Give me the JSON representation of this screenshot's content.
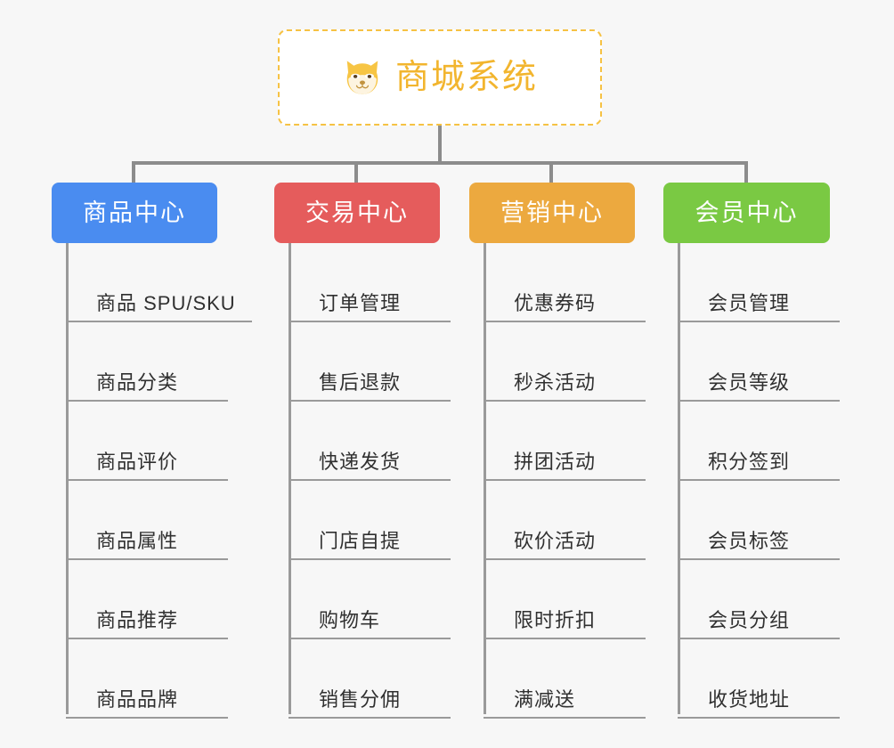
{
  "canvas": {
    "background": "#f7f7f7",
    "line_color": "#8c8c8c"
  },
  "root": {
    "title": "商城系统",
    "icon": "shiba-dog-face-icon",
    "text_color": "#f2b52e",
    "border_color": "#f6c244",
    "background": "#ffffff"
  },
  "categories": [
    {
      "label": "商品中心",
      "color": "#4a8cf0",
      "items": [
        "商品 SPU/SKU",
        "商品分类",
        "商品评价",
        "商品属性",
        "商品推荐",
        "商品品牌"
      ]
    },
    {
      "label": "交易中心",
      "color": "#e55c5c",
      "items": [
        "订单管理",
        "售后退款",
        "快递发货",
        "门店自提",
        "购物车",
        "销售分佣"
      ]
    },
    {
      "label": "营销中心",
      "color": "#eca93f",
      "items": [
        "优惠券码",
        "秒杀活动",
        "拼团活动",
        "砍价活动",
        "限时折扣",
        "满减送"
      ]
    },
    {
      "label": "会员中心",
      "color": "#7ac943",
      "items": [
        "会员管理",
        "会员等级",
        "积分签到",
        "会员标签",
        "会员分组",
        "收货地址"
      ]
    }
  ]
}
